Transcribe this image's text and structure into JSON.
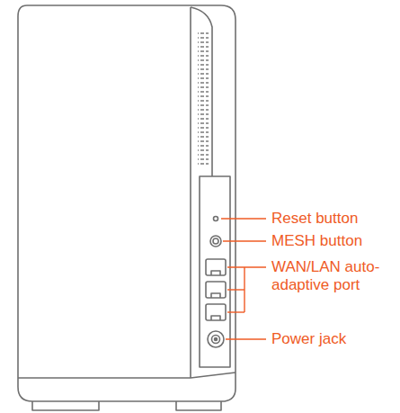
{
  "diagram": {
    "labels": [
      "Reset button",
      "MESH button",
      "WAN/LAN auto-adaptive port",
      "Power jack"
    ]
  }
}
